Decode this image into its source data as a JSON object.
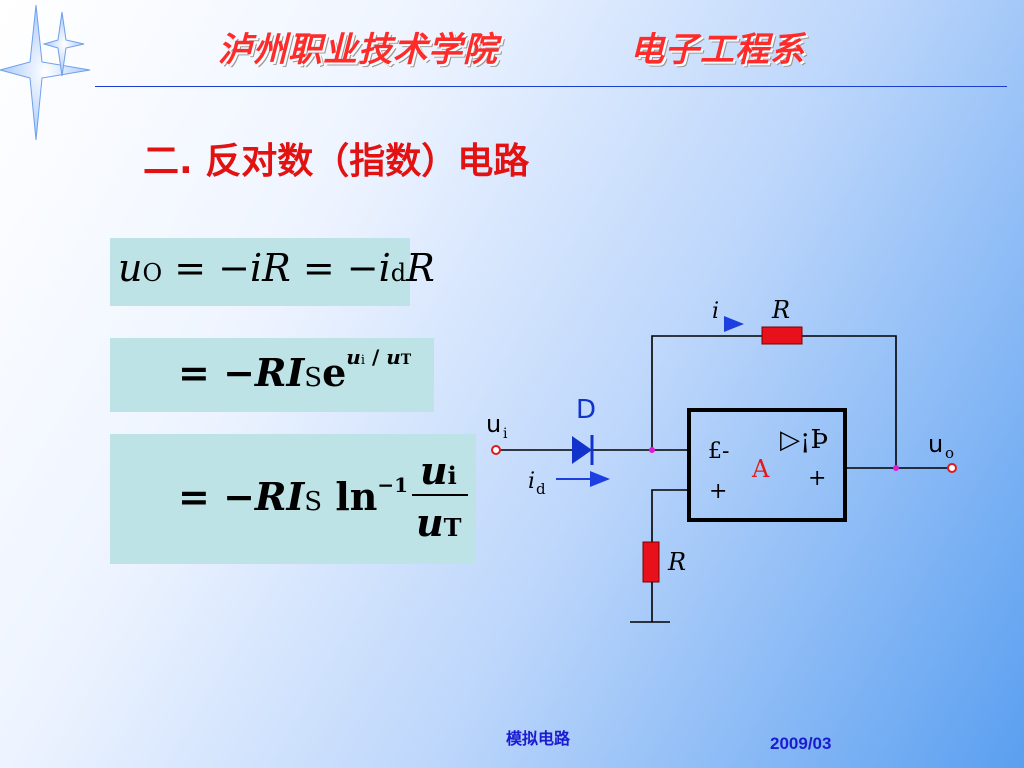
{
  "header": {
    "college": "泸州职业技术学院",
    "department": "电子工程系"
  },
  "section_title": "二. 反对数（指数）电路",
  "equations": {
    "eq1": {
      "u": "u",
      "sub_O": "O",
      "eqA": " = −",
      "i": "i",
      "R1": "R",
      "eqB": " = −",
      "i2": "i",
      "sub_d": "d",
      "R2": "R"
    },
    "eq2": {
      "prefix": "= −",
      "RI": "RI",
      "sub_S": "S",
      "e": "e",
      "sup_u": "u",
      "sup_i": "i",
      "sup_slash": " / ",
      "sup_u2": "u",
      "sup_T": "T"
    },
    "eq3": {
      "prefix": "= −",
      "RI": "RI",
      "sub_S": "S",
      "ln": " ln",
      "sup": "−1",
      "num_u": "u",
      "num_i": "i",
      "den_u": "u",
      "den_T": "T"
    }
  },
  "circuit": {
    "label_i": "i",
    "label_R_top": "R",
    "label_D": "D",
    "label_ui_u": "u",
    "label_ui_sub": "i",
    "label_id_i": "i",
    "label_id_sub": "d",
    "label_uo_u": "u",
    "label_uo_sub": "o",
    "opamp_minus": "£-",
    "opamp_plus_in": "+",
    "opamp_symbol": "▷¡Þ",
    "opamp_A": "A",
    "opamp_plus_out": "+",
    "label_R_bottom": "R"
  },
  "colors": {
    "title_red": "#ff2b2b",
    "wire": "#000000",
    "resistor": "#e8101a",
    "node": "#e01ad0",
    "arrow": "#1b3fe0",
    "diode": "#1133cc",
    "terminal": "#e01a1a"
  },
  "footer": {
    "course": "模拟电路",
    "date": "2009/03"
  }
}
